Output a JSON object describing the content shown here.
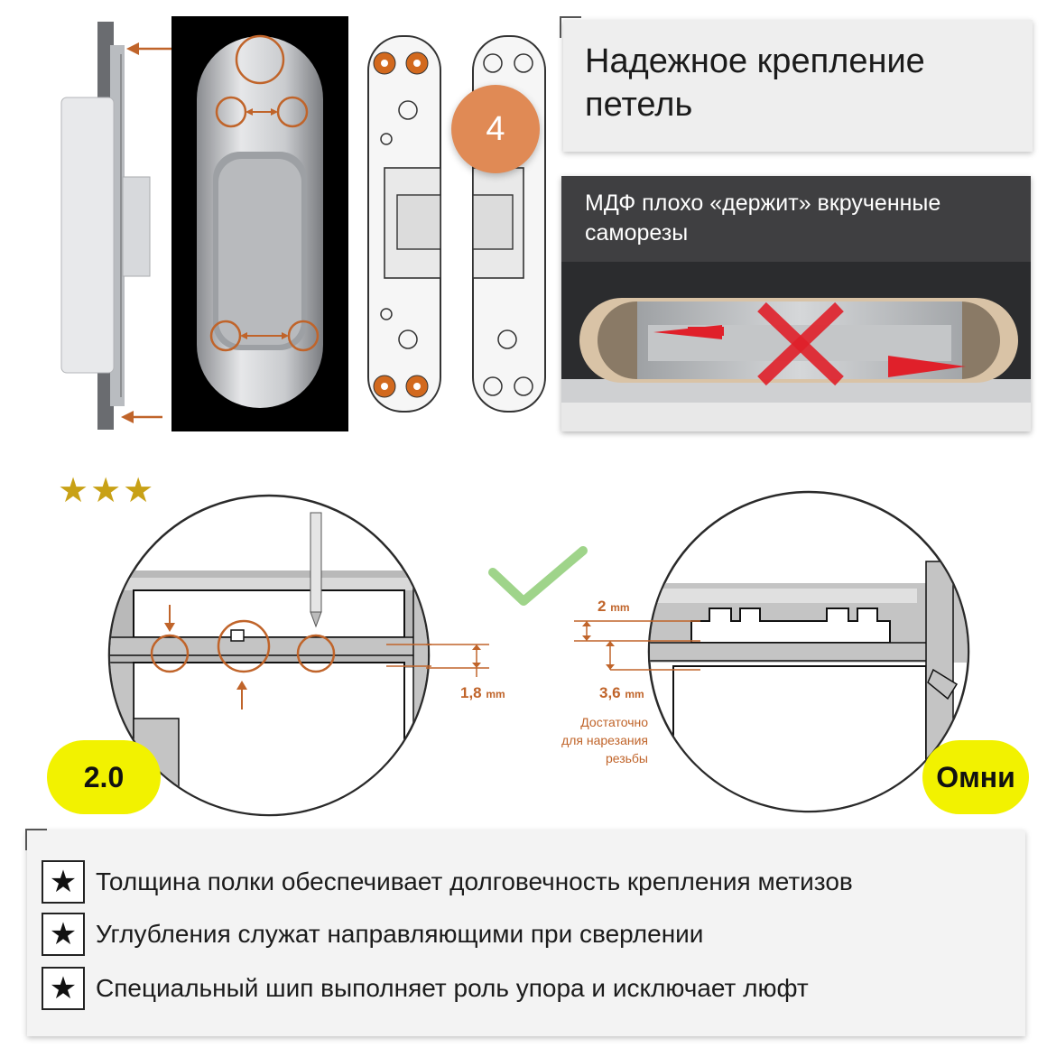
{
  "title": {
    "line1": "Надежное крепление",
    "line2": "петель"
  },
  "badge": {
    "number": "4"
  },
  "mdf": {
    "caption": "МДФ плохо «держит» вкрученные саморезы"
  },
  "rating": {
    "stars": "★★★"
  },
  "profiles": {
    "left": {
      "label": "2.0",
      "shelf_thickness": "1,8",
      "unit": "mm"
    },
    "right": {
      "label": "Омни",
      "dim_top": "2",
      "dim_bottom": "3,6",
      "unit": "mm",
      "note_line1": "Достаточно",
      "note_line2": "для нарезания",
      "note_line3": "резьбы"
    }
  },
  "features": [
    {
      "icon": "star-icon",
      "text": "Толщина полки обеспечивает долговечность крепления метизов"
    },
    {
      "icon": "star-icon",
      "text": "Углубления служат направляющими при сверлении"
    },
    {
      "icon": "star-icon",
      "text": "Специальный шип выполняет роль упора и исключает люфт"
    }
  ],
  "colors": {
    "accent_orange": "#d2691e",
    "badge": "#e08a55",
    "pill_yellow": "#f2f200",
    "check_green": "#9fd48a",
    "cross_red": "#e0202a",
    "stars_gold": "#c8a116"
  }
}
